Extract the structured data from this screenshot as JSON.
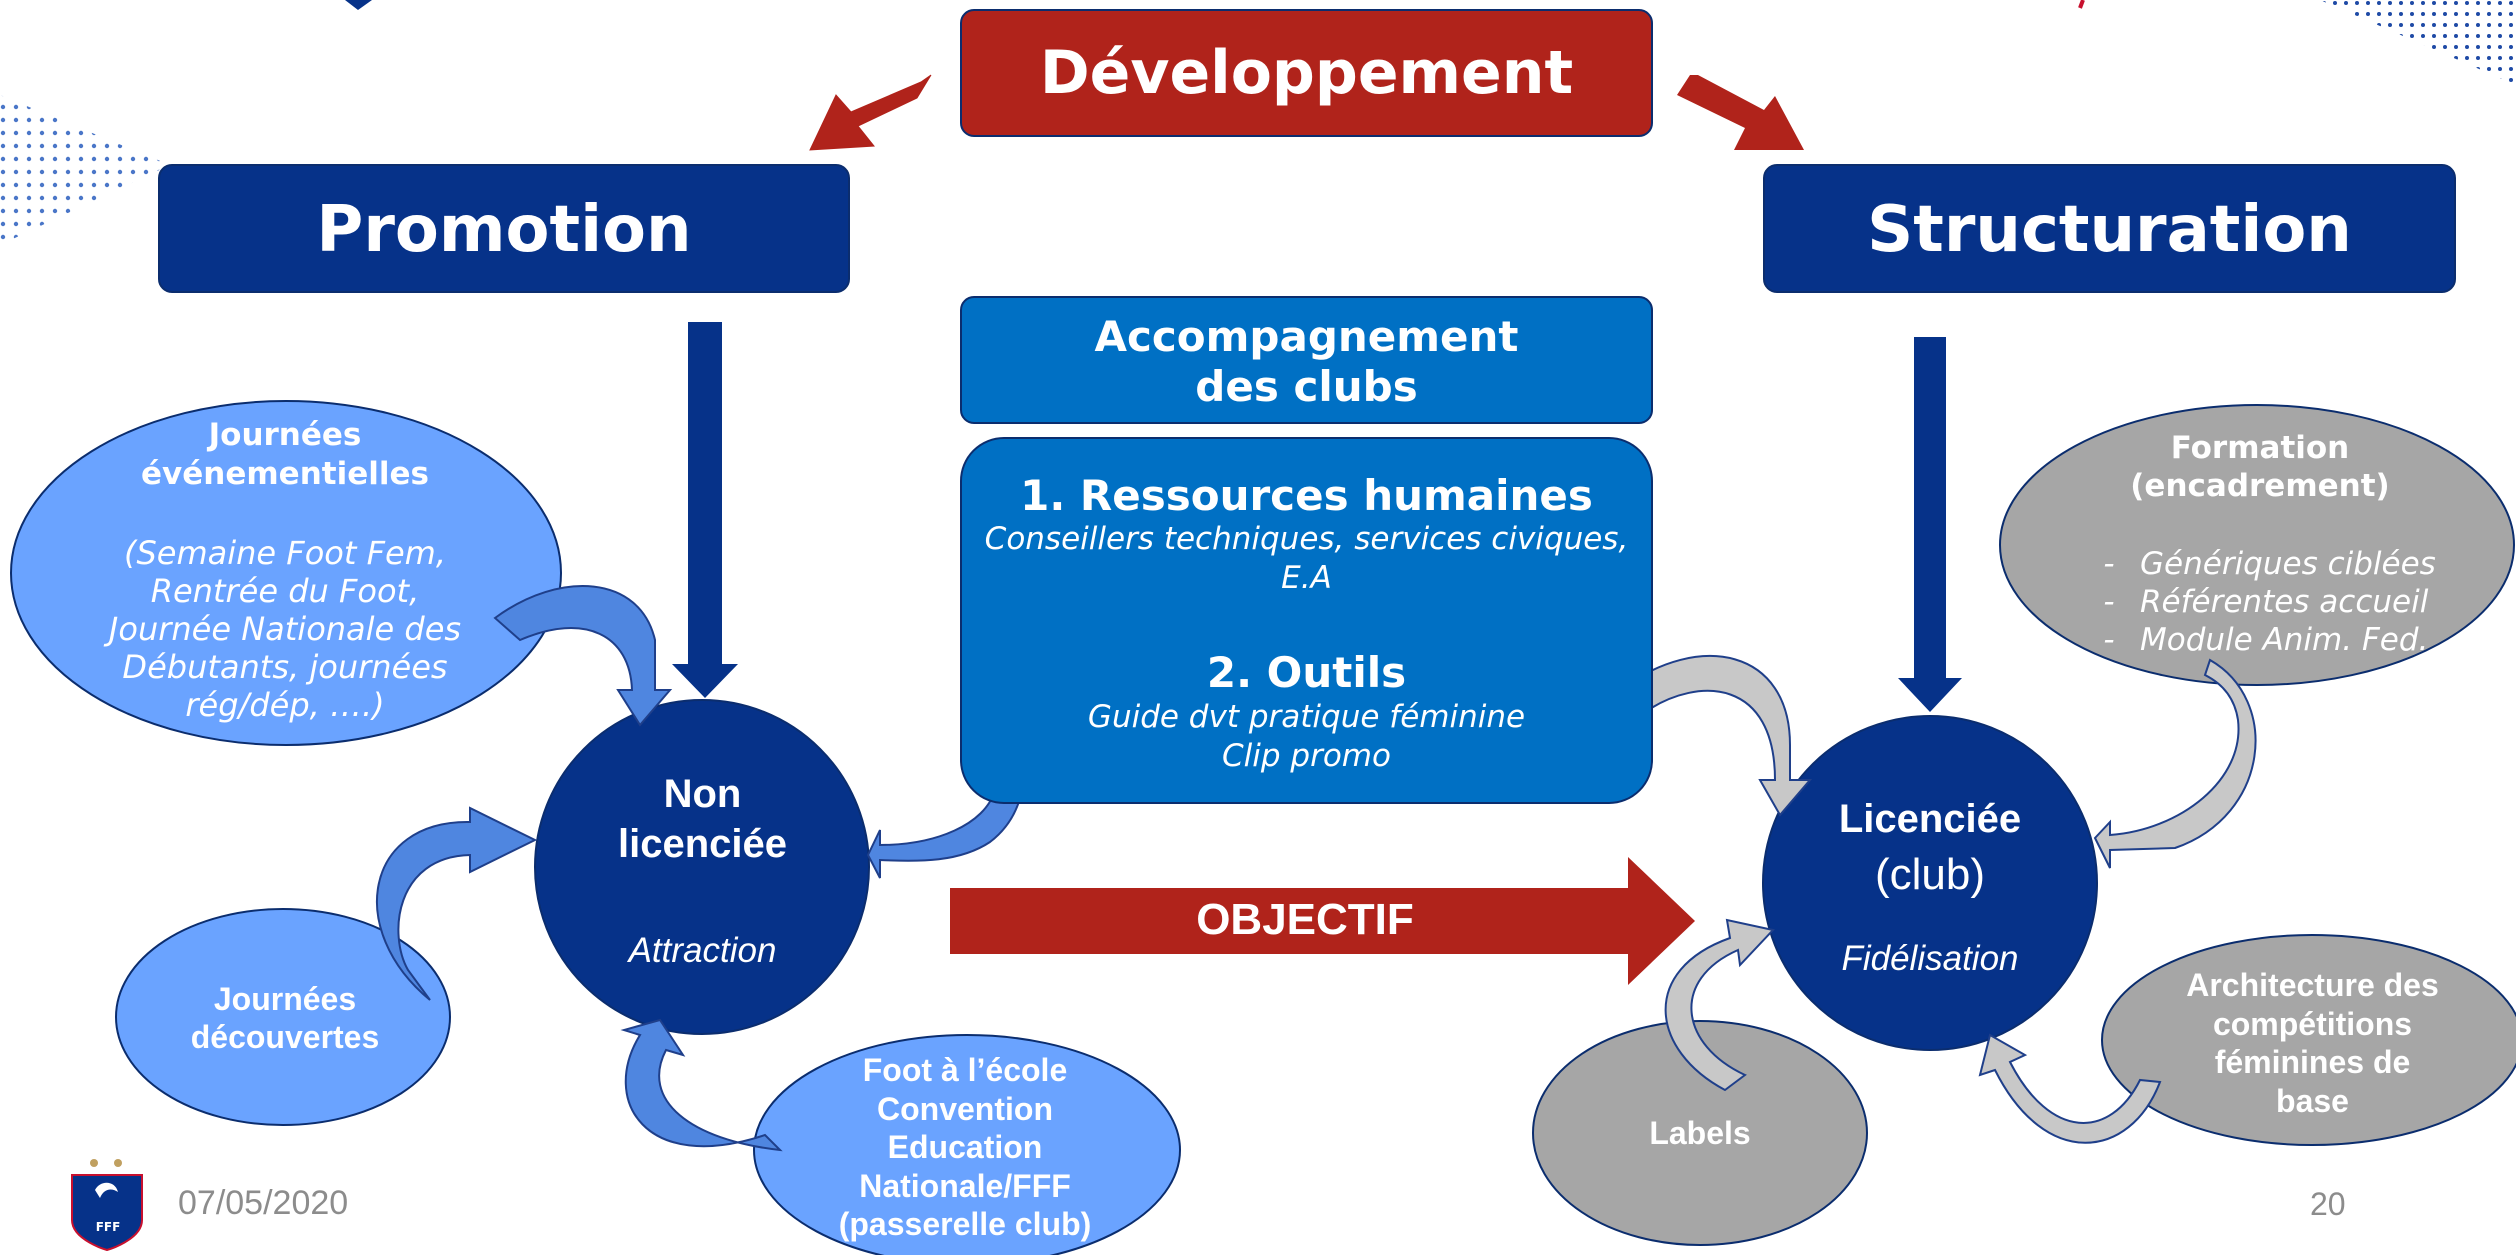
{
  "header": {
    "developpement": "Développement"
  },
  "promotion": {
    "title": "Promotion"
  },
  "structuration": {
    "title": "Structuration"
  },
  "center": {
    "accompagnement": [
      "Accompagnement",
      "des clubs"
    ],
    "ressources_title": "1. Ressources humaines",
    "ressources_text": [
      "Conseillers techniques, services civiques,",
      "E.A"
    ],
    "outils_title": "2. Outils",
    "outils_text": [
      "Guide dvt pratique féminine",
      "Clip promo"
    ],
    "objectif": "OBJECTIF"
  },
  "non_licenciee": {
    "title": [
      "Non",
      "licenciée"
    ],
    "subtitle": "Attraction"
  },
  "licenciee": {
    "title": "Licenciée",
    "club": "(club)",
    "subtitle": "Fidélisation"
  },
  "journees_evenementielles": {
    "title": [
      "Journées",
      "événementielles"
    ],
    "text": [
      "(Semaine Foot Fem,",
      "Rentrée du Foot,",
      "Journée Nationale des",
      "Débutants, journées",
      "rég/dép, ….)"
    ]
  },
  "journees_decouvertes": {
    "title": [
      "Journées",
      "découvertes"
    ]
  },
  "foot_ecole": {
    "title": [
      "Foot à l’école",
      "Convention",
      "Education",
      "Nationale/FFF",
      "(passerelle club)"
    ]
  },
  "formation": {
    "title": [
      "Formation",
      "(encadrement)"
    ],
    "items": [
      "Génériques ciblées",
      "Référentes accueil",
      "Module Anim. Fed."
    ],
    "bullet": "-"
  },
  "labels": {
    "title": "Labels"
  },
  "architecture": {
    "title": [
      "Architecture des",
      "compétitions",
      "féminines de",
      "base"
    ]
  },
  "footer": {
    "date": "07/05/2020",
    "page": "20",
    "logo_text": "FFF"
  },
  "colors": {
    "dark_blue": "#063289",
    "mid_blue": "#0070c4",
    "light_blue": "#6aa3ff",
    "red": "#b0231b",
    "grey": "#a6a6a6",
    "arrow_blue": "#5580d0",
    "arrow_grey": "#c8c8c8"
  }
}
